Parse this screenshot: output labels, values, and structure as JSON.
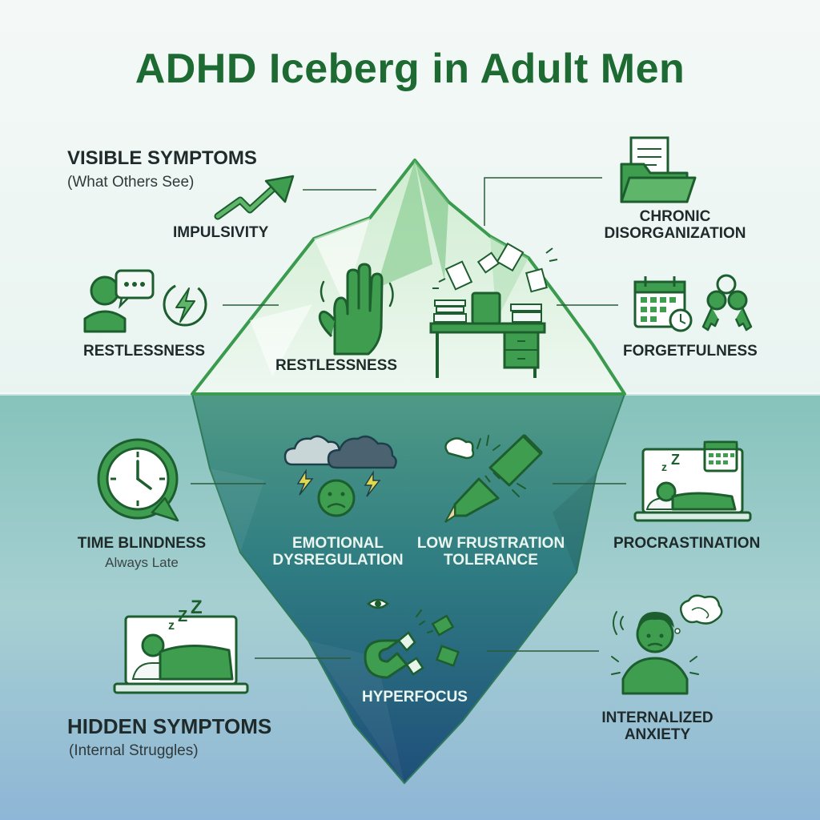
{
  "title": "ADHD Iceberg in Adult Men",
  "colors": {
    "title_green": "#1d6b32",
    "icon_green": "#3f9d4f",
    "icon_dark": "#1d5e2e",
    "water_top": "#79b7b1",
    "water_bottom": "#7fa9cf",
    "ice_light": "#e6f4ea",
    "ice_submerged": "#2a6b7e"
  },
  "visible_section": {
    "heading": "VISIBLE SYMPTOMS",
    "subheading": "(What Others See)"
  },
  "hidden_section": {
    "heading": "HIDDEN SYMPTOMS",
    "subheading": "(Internal Struggles)"
  },
  "visible_items": {
    "impulsivity": {
      "label": "IMPULSIVITY",
      "icon": "arrow-zigzag-icon"
    },
    "restlessness_left": {
      "label": "RESTLESSNESS",
      "icon": "talking-person-icon"
    },
    "restlessness_center": {
      "label": "RESTLESSNESS",
      "icon": "waving-hand-icon"
    },
    "disorganization": {
      "label": "CHRONIC DISORGANIZATION",
      "line1": "CHRONIC",
      "line2": "DISORGANIZATION",
      "icon": "folder-icon"
    },
    "forgetfulness": {
      "label": "FORGETFULNESS",
      "icon": "calendar-keys-icon"
    },
    "desk": {
      "icon": "messy-desk-icon"
    }
  },
  "hidden_items": {
    "time_blindness": {
      "label": "TIME BLINDNESS",
      "sub": "Always Late",
      "icon": "clock-icon"
    },
    "emotional": {
      "line1": "EMOTIONAL",
      "line2": "DYSREGULATION",
      "icon": "storm-cloud-icon"
    },
    "frustration": {
      "line1": "LOW FRUSTRATION",
      "line2": "TOLERANCE",
      "icon": "broken-pencil-icon"
    },
    "procrastination": {
      "label": "PROCRASTINATION",
      "icon": "sleeping-laptop-icon"
    },
    "sleep": {
      "icon": "sleeping-person-icon"
    },
    "hyperfocus": {
      "label": "HYPERFOCUS",
      "icon": "magnet-eye-icon"
    },
    "anxiety": {
      "line1": "INTERNALIZED",
      "line2": "ANXIETY",
      "icon": "worried-person-icon"
    }
  }
}
